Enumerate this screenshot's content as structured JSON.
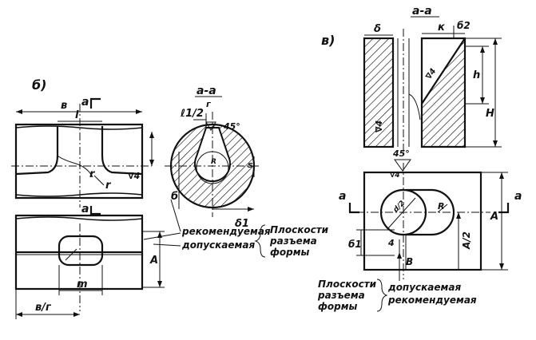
{
  "views": {
    "b": {
      "label": "б)"
    },
    "v": {
      "label": "в)"
    }
  },
  "section_labels": {
    "aa_left": "а-а",
    "aa_left_sub": "г",
    "aa_right": "а-а"
  },
  "dims": {
    "left_top_a": "a",
    "left_top_v": "в",
    "left_l": "l",
    "left_r1": "r",
    "left_r2": "r",
    "left_mid_a": "a",
    "left_A": "A",
    "left_m": "m",
    "left_b2": "в/г",
    "left_rough": "∇4",
    "circ_l1_2": "ℓ1/2",
    "circ_angle": "45°",
    "circ_R": "R",
    "circ_s": "s",
    "circ_b": "б",
    "circ_b1": "δ1",
    "r_delta": "δ",
    "r_k": "к",
    "r_b2": "б2",
    "r_h": "h",
    "r_H": "H",
    "r_rough1": "∇4",
    "r_rough2": "∇4",
    "r_angle": "45°",
    "r_a_left": "а",
    "r_a_right": "а",
    "r_d2": "d/2",
    "r_R": "R",
    "r_A": "A",
    "r_A2": "A/2",
    "r_b1": "б1",
    "r_4": "4",
    "r_B": "B",
    "r_rough3": "∇4"
  },
  "legend_left": {
    "recommended": "рекомендуемая",
    "allowed": "допускаемая",
    "planes_1": "Плоскости",
    "planes_2": "разъема",
    "planes_3": "формы"
  },
  "legend_right": {
    "planes_1": "Плоскости",
    "planes_2": "разъема",
    "planes_3": "формы",
    "allowed": "допускаемая",
    "recommended": "рекомендуемая"
  }
}
